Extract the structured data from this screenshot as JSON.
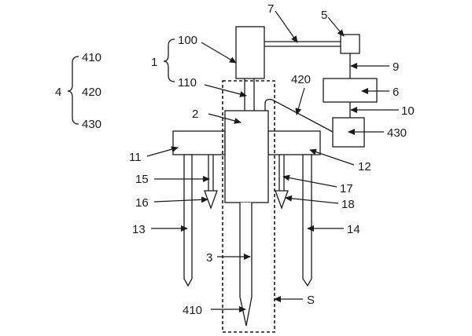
{
  "labels": {
    "l4": "4",
    "l410_top": "410",
    "l420_left": "420",
    "l430_left": "430",
    "l1": "1",
    "l100": "100",
    "l110": "110",
    "l7": "7",
    "l5": "5",
    "l9": "9",
    "l6": "6",
    "l10": "10",
    "l420": "420",
    "l430": "430",
    "l2": "2",
    "l11": "11",
    "l12": "12",
    "l15": "15",
    "l17": "17",
    "l16": "16",
    "l18": "18",
    "l13": "13",
    "l14": "14",
    "l3": "3",
    "l410": "410",
    "lS": "S"
  }
}
